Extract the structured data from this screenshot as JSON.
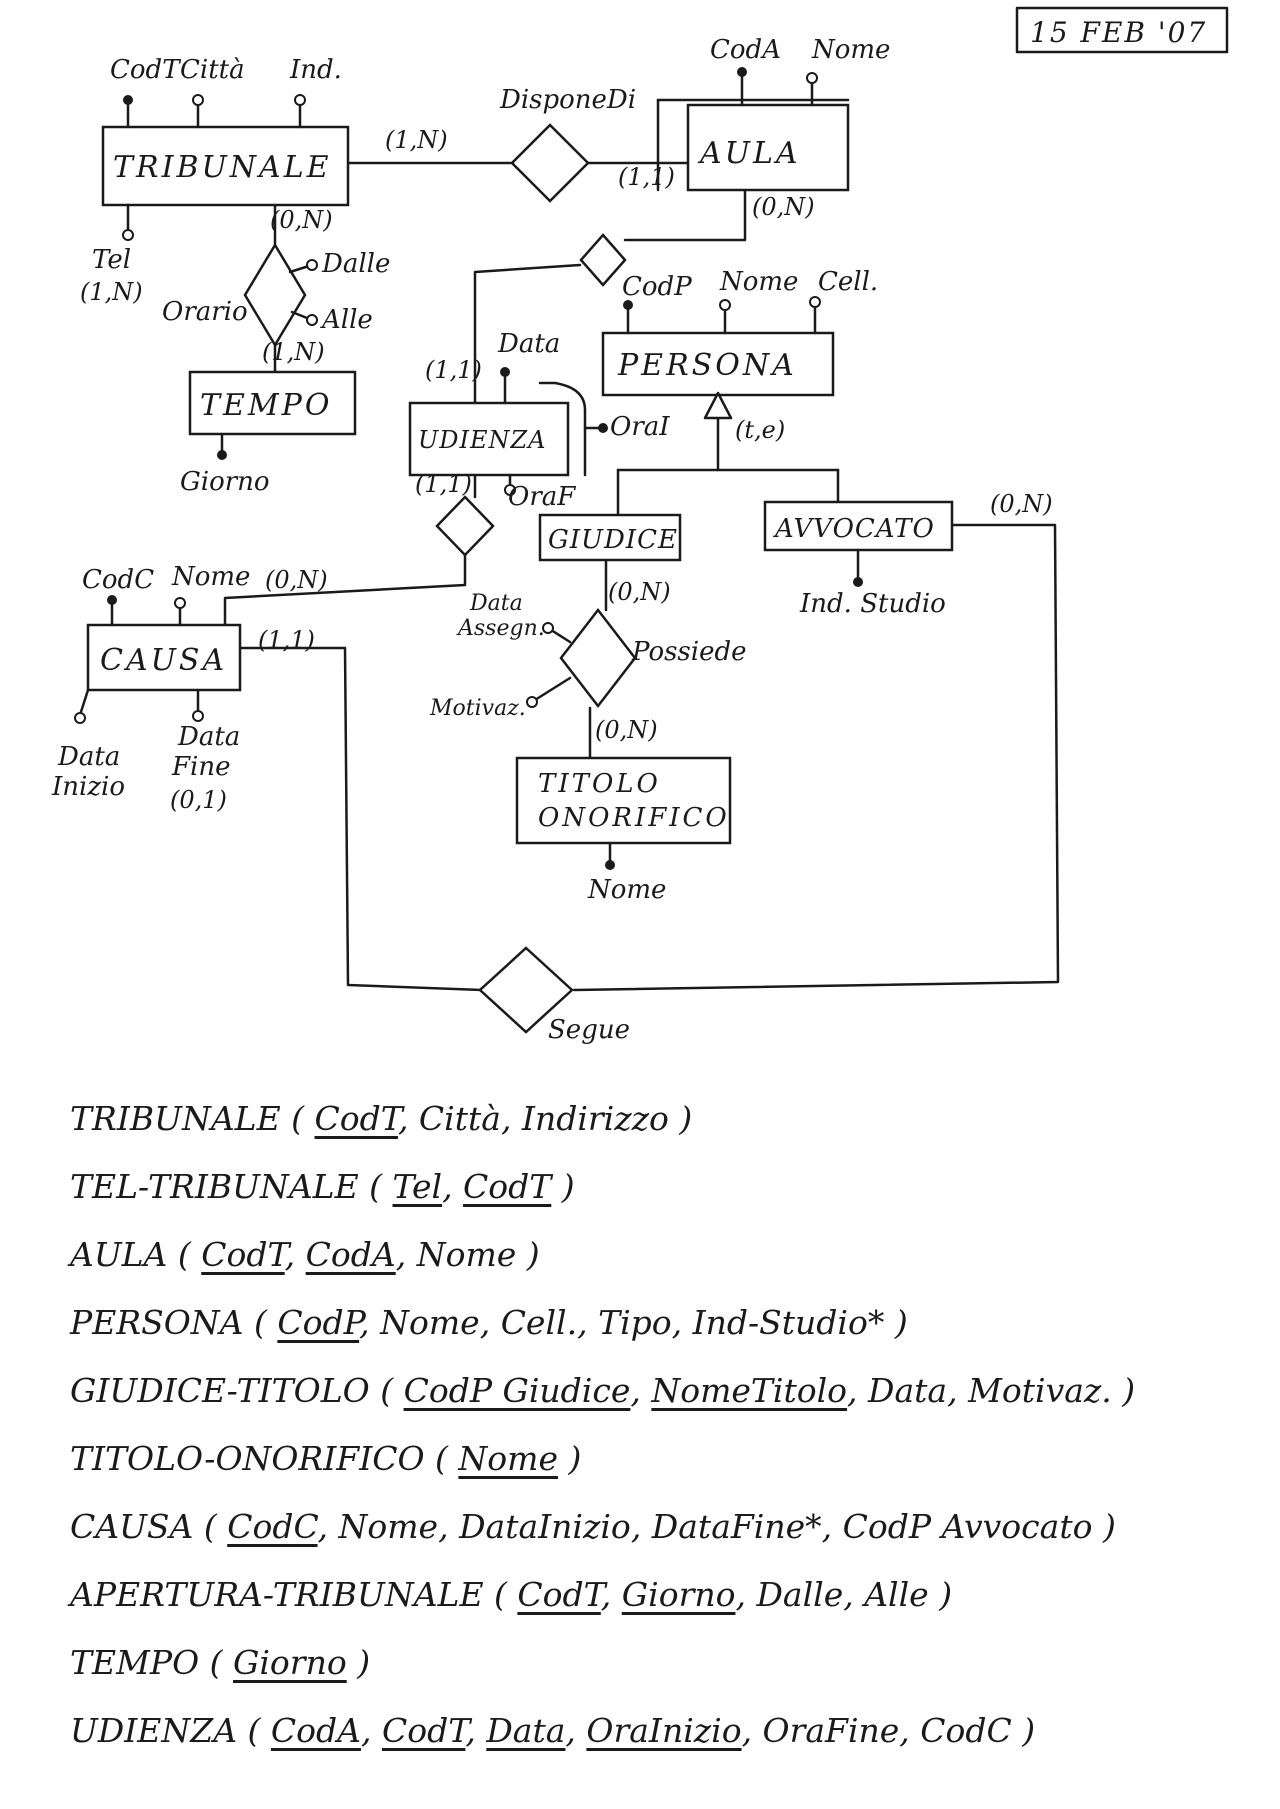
{
  "date": "15 FEB '07",
  "entities": {
    "tribunale": "TRIBUNALE",
    "aula": "AULA",
    "tempo": "TEMPO",
    "udienza": "UDIENZA",
    "persona": "PERSONA",
    "giudice": "GIUDICE",
    "avvocato": "AVVOCATO",
    "causa": "CAUSA",
    "titolo_line1": "TITOLO",
    "titolo_line2": "ONORIFICO"
  },
  "relationships": {
    "dispone_di": "DisponeDi",
    "orario": "Orario",
    "possiede": "Possiede",
    "segue": "Segue"
  },
  "attributes": {
    "tribunale_codt": "CodT",
    "tribunale_citta": "Città",
    "tribunale_ind": "Ind.",
    "tribunale_tel": "Tel",
    "aula_coda": "CodA",
    "aula_nome": "Nome",
    "orario_dalle": "Dalle",
    "orario_alle": "Alle",
    "tempo_giorno": "Giorno",
    "udienza_data": "Data",
    "udienza_orai": "OraI",
    "udienza_oraf": "OraF",
    "persona_codp": "CodP",
    "persona_nome": "Nome",
    "persona_cell": "Cell.",
    "avvocato_ind_studio": "Ind. Studio",
    "causa_codc": "CodC",
    "causa_nome": "Nome",
    "causa_data_inizio_1": "Data",
    "causa_data_inizio_2": "Inizio",
    "causa_data_fine_1": "Data",
    "causa_data_fine_2": "Fine",
    "possiede_data_1": "Data",
    "possiede_data_2": "Assegn.",
    "possiede_motivaz": "Motivaz.",
    "titolo_nome": "Nome"
  },
  "cardinalities": {
    "tribunale_dispone": "(1,N)",
    "aula_dispone": "(1,1)",
    "aula_udienza": "(0,N)",
    "tribunale_orario": "(0,N)",
    "tel": "(1,N)",
    "tempo_orario": "(1,N)",
    "udienza_aula": "(1,1)",
    "udienza_causa": "(1,1)",
    "causa_udienza": "(0,N)",
    "causa_segue": "(1,1)",
    "data_fine": "(0,1)",
    "persona_gen": "(t,e)",
    "avvocato_segue": "(0,N)",
    "giudice_possiede": "(0,N)",
    "titolo_possiede": "(0,N)"
  },
  "schema": [
    {
      "name": "TRIBUNALE",
      "attrs": [
        {
          "t": "CodT",
          "key": true
        },
        {
          "t": "Città",
          "key": false
        },
        {
          "t": "Indirizzo",
          "key": false
        }
      ]
    },
    {
      "name": "TEL-TRIBUNALE",
      "attrs": [
        {
          "t": "Tel",
          "key": true
        },
        {
          "t": "CodT",
          "key": true
        }
      ]
    },
    {
      "name": "AULA",
      "attrs": [
        {
          "t": "CodT",
          "key": true
        },
        {
          "t": "CodA",
          "key": true
        },
        {
          "t": "Nome",
          "key": false
        }
      ]
    },
    {
      "name": "PERSONA",
      "attrs": [
        {
          "t": "CodP",
          "key": true
        },
        {
          "t": "Nome",
          "key": false
        },
        {
          "t": "Cell.",
          "key": false
        },
        {
          "t": "Tipo",
          "key": false
        },
        {
          "t": "Ind-Studio*",
          "key": false
        }
      ]
    },
    {
      "name": "GIUDICE-TITOLO",
      "attrs": [
        {
          "t": "CodP Giudice",
          "key": true
        },
        {
          "t": "NomeTitolo",
          "key": true
        },
        {
          "t": "Data",
          "key": false
        },
        {
          "t": "Motivaz.",
          "key": false
        }
      ]
    },
    {
      "name": "TITOLO-ONORIFICO",
      "attrs": [
        {
          "t": "Nome",
          "key": true
        }
      ]
    },
    {
      "name": "CAUSA",
      "attrs": [
        {
          "t": "CodC",
          "key": true
        },
        {
          "t": "Nome",
          "key": false
        },
        {
          "t": "DataInizio",
          "key": false
        },
        {
          "t": "DataFine*",
          "key": false
        },
        {
          "t": "CodP Avvocato",
          "key": false
        }
      ]
    },
    {
      "name": "APERTURA-TRIBUNALE",
      "attrs": [
        {
          "t": "CodT",
          "key": true
        },
        {
          "t": "Giorno",
          "key": true
        },
        {
          "t": "Dalle",
          "key": false
        },
        {
          "t": "Alle",
          "key": false
        }
      ]
    },
    {
      "name": "TEMPO",
      "attrs": [
        {
          "t": "Giorno",
          "key": true
        }
      ]
    },
    {
      "name": "UDIENZA",
      "attrs": [
        {
          "t": "CodA",
          "key": true
        },
        {
          "t": "CodT",
          "key": true
        },
        {
          "t": "Data",
          "key": true
        },
        {
          "t": "OraInizio",
          "key": true
        },
        {
          "t": "OraFine",
          "key": false
        },
        {
          "t": "CodC",
          "key": false
        }
      ]
    }
  ]
}
